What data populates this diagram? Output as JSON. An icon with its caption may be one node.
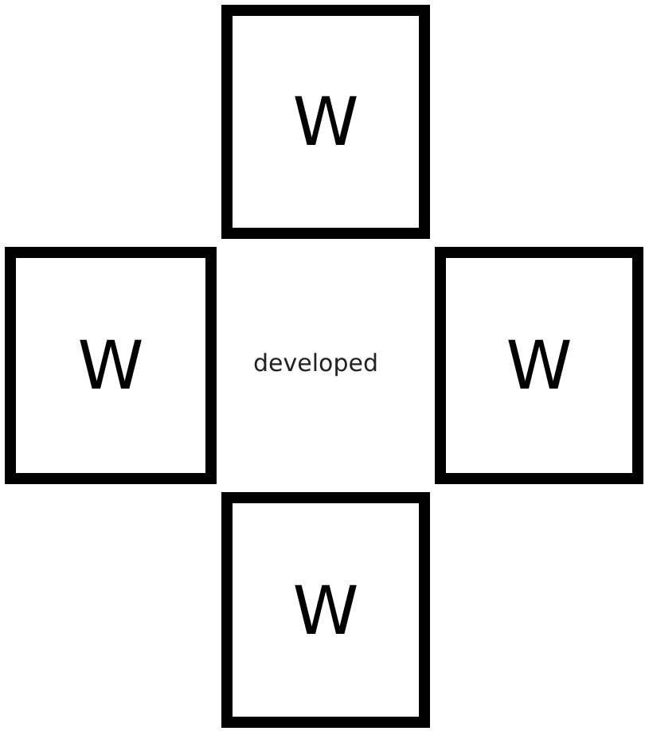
{
  "diagram": {
    "nodes": [
      {
        "text": [
          "W"
        ]
      },
      {
        "text": [
          "W"
        ]
      },
      {
        "text": [
          "W"
        ]
      },
      {
        "text": [
          "W"
        ]
      }
    ],
    "labels": [
      "developed"
    ]
  }
}
